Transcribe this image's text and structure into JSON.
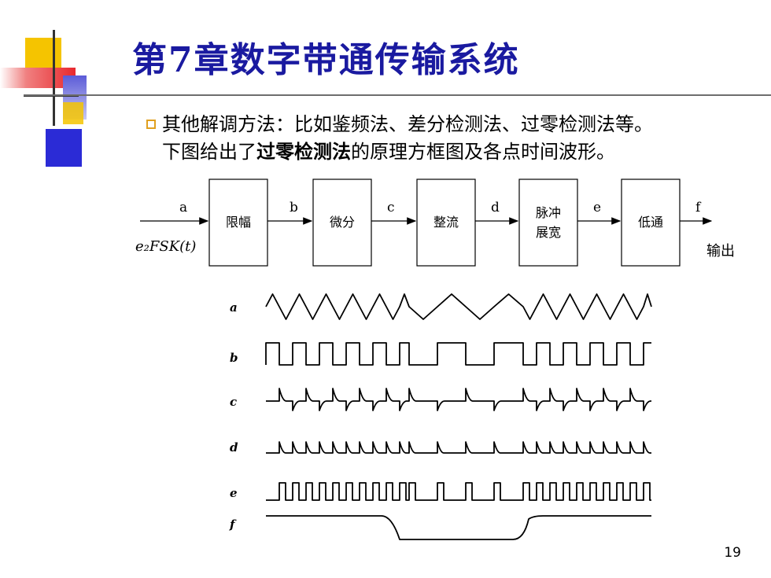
{
  "slide": {
    "title": "第7章数字带通传输系统",
    "page_number": "19"
  },
  "bullet": {
    "line1": "其他解调方法：比如鉴频法、差分检测法、过零检测法等。",
    "line2_prefix": "下图给出了",
    "line2_keyword": "过零检测法",
    "line2_suffix": "的原理方框图及各点时间波形。"
  },
  "diagram": {
    "input_signal": "e₂FSK(t)",
    "output_label": "输出",
    "point_labels": [
      "a",
      "b",
      "c",
      "d",
      "e",
      "f"
    ],
    "blocks": [
      {
        "line1": "限幅",
        "line2": ""
      },
      {
        "line1": "微分",
        "line2": ""
      },
      {
        "line1": "整流",
        "line2": ""
      },
      {
        "line1": "脉冲",
        "line2": "展宽"
      },
      {
        "line1": "低通",
        "line2": ""
      }
    ]
  },
  "waveforms": {
    "labels": [
      "a",
      "b",
      "c",
      "d",
      "e",
      "f"
    ],
    "colors": {
      "title": "#1a1aa0",
      "ink": "#000000",
      "deco_yellow": "#f5c400",
      "deco_blue": "#2b2bd6",
      "deco_red": "#e8282e"
    }
  }
}
